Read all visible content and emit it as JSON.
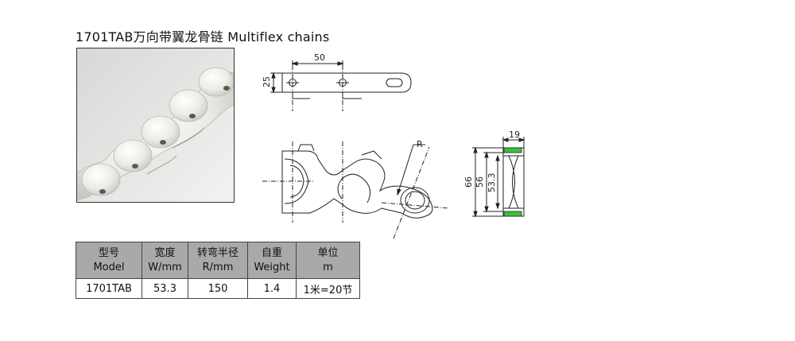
{
  "title": "1701TAB万向带翼龙骨链  Multiflex chains",
  "photo": {
    "alt": "white plastic multiflex chain links"
  },
  "dimensions": {
    "top_width": "50",
    "top_height": "25",
    "radius_label": "R",
    "side_19": "19",
    "side_66": "66",
    "side_56": "56",
    "side_53_3": "53.3"
  },
  "table": {
    "headers": [
      {
        "cn": "型号",
        "en": "Model"
      },
      {
        "cn": "宽度",
        "en": "W/mm"
      },
      {
        "cn": "转弯半径",
        "en": "R/mm"
      },
      {
        "cn": "自重",
        "en": "Weight"
      },
      {
        "cn": "单位",
        "en": "m"
      }
    ],
    "rows": [
      [
        "1701TAB",
        "53.3",
        "150",
        "1.4",
        "1米=20节"
      ]
    ]
  },
  "colors": {
    "accent_green": "#3fbf3f",
    "table_header_bg": "#a9a9a9"
  }
}
